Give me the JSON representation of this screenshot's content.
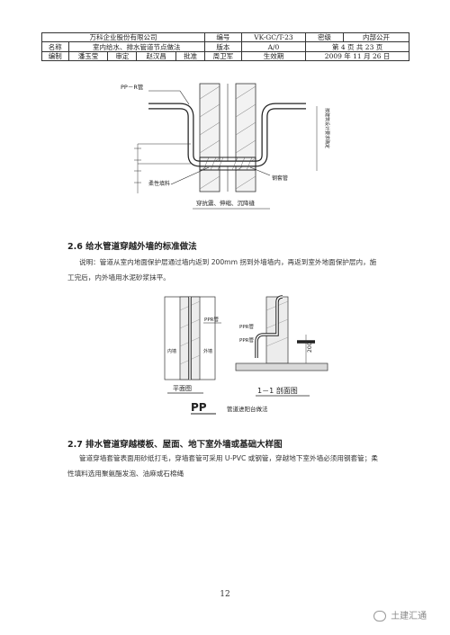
{
  "header": {
    "company": "万科企业股份有限公司",
    "doc_no_label": "编号",
    "doc_no": "VK-GC/T-23",
    "secret_label": "密级",
    "secret": "内部公开",
    "name_label": "名称",
    "name": "室内给水、排水管道节点做法",
    "version_label": "版本",
    "version": "A/0",
    "pages": "第 4 页 共 23 页",
    "prep_label": "编制",
    "prep": "潘玉莹",
    "review_label": "审定",
    "review": "赵汉昌",
    "approve_label": "批准",
    "approve": "周卫军",
    "effective_label": "生效期",
    "effective": "2009 年 11 月 26 日"
  },
  "figure1": {
    "pp_label": "PP－R管",
    "sleeve_label": "钢套管",
    "fill_label": "柔性填料",
    "caption": "穿抗震、伸缩、沉降缝",
    "side_label": "按建筑设计要求确定"
  },
  "section26": {
    "title": "2.6 给水管道穿越外墙的标准做法",
    "body": "说明：管道从室内地面保护层通过墙内返到 200mm 拐到外墙墙内，再返到室外地面保护层内，施工完后，内外墙用水泥砂浆抹平。"
  },
  "figure2": {
    "ppr1": "PPR管",
    "ppr2": "PPR管",
    "ppr3": "PPR管",
    "inner_label1": "内墙",
    "outer_label1": "外墙",
    "dim": "200",
    "plan_title": "平面图",
    "section_title": "1－1 剖面图",
    "pp_big": "PP",
    "caption": "管道进阳台做法"
  },
  "section27": {
    "title": "2.7 排水管道穿越楼板、屋面、地下室外墙或基础大样图",
    "body": "管道穿墙套管表面用砂纸打毛，穿墙套管可采用 U-PVC 或钢管，穿越地下室外墙必须用钢套管；柔性填料选用聚氨酯发泡、油麻或石棉绳"
  },
  "footer": {
    "page_number": "12",
    "watermark": "土建汇通"
  }
}
